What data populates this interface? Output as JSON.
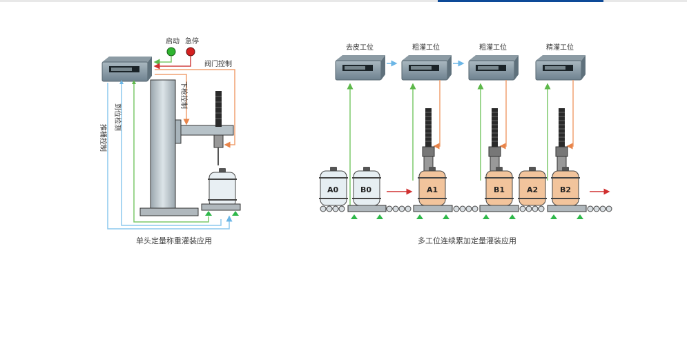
{
  "page": {
    "accent_color": "#0d4a98"
  },
  "left_diagram": {
    "caption": "单头定量称重灌装应用",
    "labels": {
      "start": "启动",
      "estop": "急停",
      "valve_control": "阀门控制",
      "gun_down_control": "下枪控制",
      "position_detect": "到位检测",
      "tray_control": "推桶控制"
    },
    "colors": {
      "start_button": "#2fb52f",
      "estop_button": "#d42020",
      "line_green": "#7cc96a",
      "line_blue": "#8cc8ee",
      "line_orange": "#f0a070",
      "line_red": "#d04040"
    }
  },
  "right_diagram": {
    "caption": "多工位连续累加定量灌装应用",
    "stations": [
      "去皮工位",
      "粗灌工位",
      "粗灌工位",
      "精灌工位"
    ],
    "barrels": [
      {
        "label": "A0",
        "filled": false
      },
      {
        "label": "B0",
        "filled": false
      },
      {
        "label": "A1",
        "filled": true
      },
      {
        "label": "B1",
        "filled": true
      },
      {
        "label": "A2",
        "filled": true
      },
      {
        "label": "B2",
        "filled": true
      }
    ],
    "colors": {
      "empty_barrel": "#e6eef2",
      "filled_barrel": "#f2c49c",
      "sensor": "#2eb84a"
    }
  }
}
